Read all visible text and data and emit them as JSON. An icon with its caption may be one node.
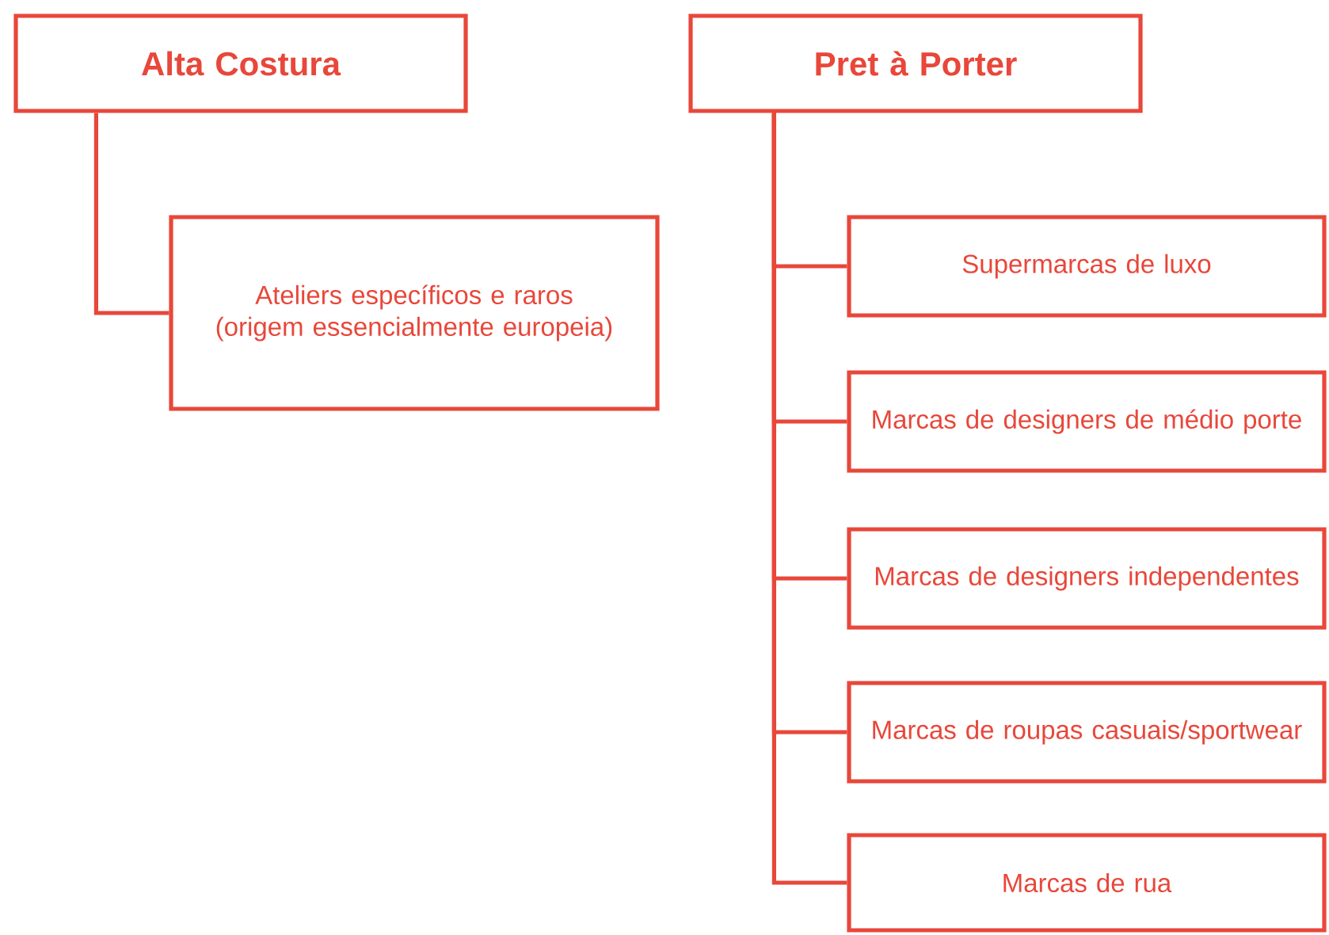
{
  "diagram": {
    "nodes": [
      {
        "text": [
          "Alta Costura"
        ]
      },
      {
        "text": [
          "Pret à Porter"
        ]
      },
      {
        "text": [
          "Ateliers específicos e raros (origem essencialmente europeia)"
        ]
      },
      {
        "text": [
          "Supermarcas de luxo"
        ]
      },
      {
        "text": [
          "Marcas de designers de médio porte"
        ]
      },
      {
        "text": [
          "Marcas de designers independentes"
        ]
      },
      {
        "text": [
          "Marcas de roupas casuais/sportwear"
        ]
      },
      {
        "text": [
          "Marcas de rua"
        ]
      }
    ],
    "edges": [
      {
        "from": 0,
        "to": 2,
        "arrow": "none"
      },
      {
        "from": 1,
        "to": 3,
        "arrow": "none"
      },
      {
        "from": 1,
        "to": 4,
        "arrow": "none"
      },
      {
        "from": 1,
        "to": 5,
        "arrow": "none"
      },
      {
        "from": 1,
        "to": 6,
        "arrow": "none"
      },
      {
        "from": 1,
        "to": 7,
        "arrow": "none"
      }
    ]
  }
}
